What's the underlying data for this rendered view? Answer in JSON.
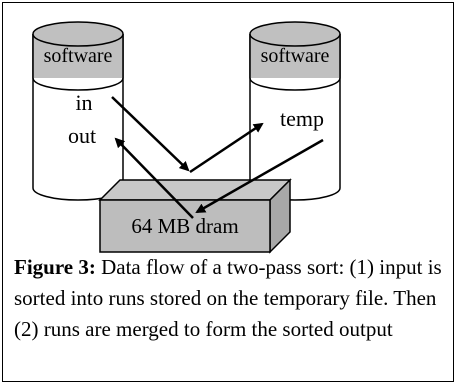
{
  "diagram": {
    "left_disk": {
      "label": "software",
      "line1": "in",
      "line2": "out"
    },
    "right_disk": {
      "label": "software",
      "content": "temp"
    },
    "memory": {
      "label": "64 MB dram"
    }
  },
  "caption": {
    "heading": "Figure 3:",
    "text": " Data flow of a two-pass sort: (1) input is sorted into runs stored on the temporary file.  Then (2) runs are merged to form the sorted output"
  }
}
